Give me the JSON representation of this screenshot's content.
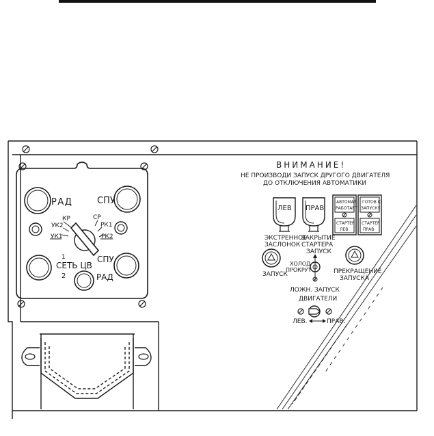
{
  "panel": {
    "left_block": {
      "rad_top": "РАД",
      "spu_top": "СПУ",
      "kr": "КР",
      "uk2": "УК2",
      "uk1": "УК1",
      "sr": "СР",
      "rk1": "РК1",
      "rk2": "РК2",
      "one": "1",
      "set_cv": "СЕТЬ ЦВ",
      "two": "2",
      "spu_bottom": "СПУ",
      "rad_bottom": "РАД"
    },
    "warning": {
      "title": "ВНИМАНИЕ!",
      "line1": "НЕ ПРОИЗВОДИ ЗАПУСК ДРУГОГО ДВИГАТЕЛЯ",
      "line2": "ДО ОТКЛЮЧЕНИЯ АВТОМАТИКИ"
    },
    "lamps": {
      "left": "ЛЕВ",
      "right": "ПРАВ"
    },
    "tablo": {
      "auto_1": "АВТОМАТ",
      "auto_2": "РАБОТАЕТ",
      "ready_1": "ГОТОВ К",
      "ready_2": "ЗАПУСКУ",
      "starter_left_1": "СТАРТЕР",
      "starter_left_2": "ЛЕВ",
      "starter_right_1": "СТАРТЕР",
      "starter_right_2": "ПРАВ"
    },
    "labels": {
      "emergency_1": "ЭКСТРЕННОЕ",
      "emergency_2": "ЗАСЛОНОК",
      "closing_1": "ЗАКРЫТИЕ",
      "closing_2": "СТАРТЕРА",
      "start_top": "ЗАПУСК",
      "start_left": "ЗАПУСК",
      "cold_1": "ХОЛОД",
      "cold_2": "ПРОКРУТ",
      "stop_1": "ПРЕКРАЩЕНИЕ",
      "stop_2": "ЗАПУСКА",
      "false_start": "ЛОЖН. ЗАПУСК",
      "engines": "ДВИГАТЕЛИ",
      "left_arrow": "ЛЕВ.",
      "right_arrow": "ПРАВ."
    }
  }
}
